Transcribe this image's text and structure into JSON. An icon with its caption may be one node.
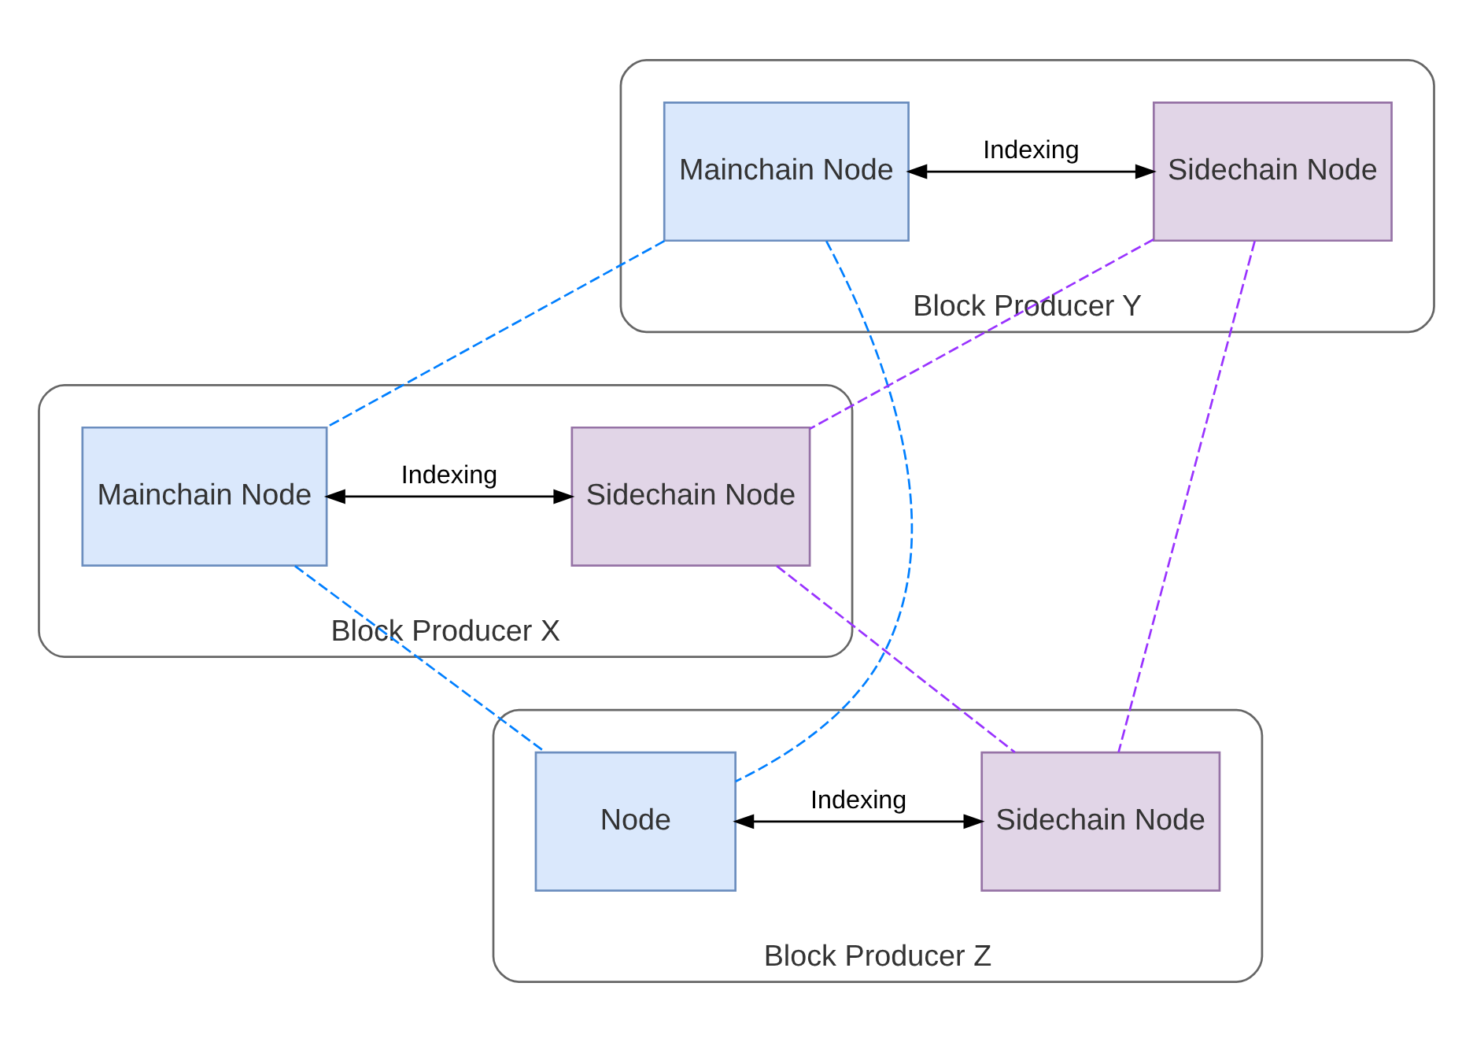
{
  "diagram": {
    "nodes": [
      {
        "text": [
          "Block Producer Y"
        ]
      },
      {
        "text": [
          "Mainchain Node"
        ],
        "in": 0
      },
      {
        "text": [
          "Sidechain Node"
        ],
        "in": 0
      },
      {
        "text": [
          "Block Producer X"
        ]
      },
      {
        "text": [
          "Mainchain Node"
        ],
        "in": 3
      },
      {
        "text": [
          "Sidechain Node"
        ],
        "in": 3
      },
      {
        "text": [
          "Block Producer Z"
        ]
      },
      {
        "text": [
          "Node"
        ],
        "in": 6
      },
      {
        "text": [
          "Sidechain Node"
        ],
        "in": 6
      }
    ],
    "edges": [
      {
        "from": 1,
        "to": 2,
        "arrow": "both",
        "label": "Indexing",
        "color": "#000000"
      },
      {
        "from": 4,
        "to": 5,
        "arrow": "both",
        "label": "Indexing",
        "color": "#000000"
      },
      {
        "from": 7,
        "to": 8,
        "arrow": "both",
        "label": "Indexing",
        "color": "#000000"
      },
      {
        "from": 1,
        "to": 4,
        "arrow": "none",
        "style": "dashed",
        "color": "#007fff"
      },
      {
        "from": 1,
        "to": 7,
        "arrow": "none",
        "style": "dashed",
        "color": "#007fff"
      },
      {
        "from": 4,
        "to": 7,
        "arrow": "none",
        "style": "dashed",
        "color": "#007fff"
      },
      {
        "from": 2,
        "to": 5,
        "arrow": "none",
        "style": "dashed",
        "color": "#9933ff"
      },
      {
        "from": 2,
        "to": 8,
        "arrow": "none",
        "style": "dashed",
        "color": "#9933ff"
      },
      {
        "from": 5,
        "to": 8,
        "arrow": "none",
        "style": "dashed",
        "color": "#9933ff"
      }
    ]
  }
}
